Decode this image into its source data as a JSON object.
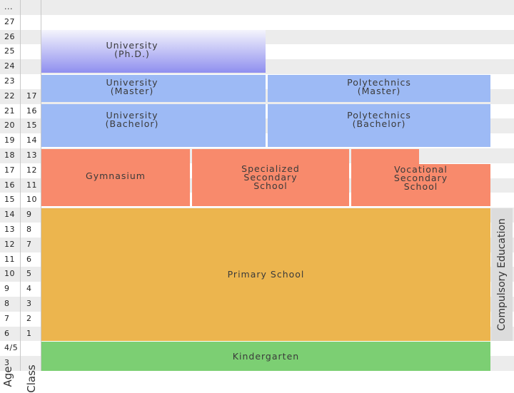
{
  "rows": [
    {
      "age": "...",
      "cls": ""
    },
    {
      "age": "27",
      "cls": ""
    },
    {
      "age": "26",
      "cls": ""
    },
    {
      "age": "25",
      "cls": ""
    },
    {
      "age": "24",
      "cls": ""
    },
    {
      "age": "23",
      "cls": ""
    },
    {
      "age": "22",
      "cls": "17"
    },
    {
      "age": "21",
      "cls": "16"
    },
    {
      "age": "20",
      "cls": "15"
    },
    {
      "age": "19",
      "cls": "14"
    },
    {
      "age": "18",
      "cls": "13"
    },
    {
      "age": "17",
      "cls": "12"
    },
    {
      "age": "16",
      "cls": "11"
    },
    {
      "age": "15",
      "cls": "10"
    },
    {
      "age": "14",
      "cls": "9"
    },
    {
      "age": "13",
      "cls": "8"
    },
    {
      "age": "12",
      "cls": "7"
    },
    {
      "age": "11",
      "cls": "6"
    },
    {
      "age": "10",
      "cls": "5"
    },
    {
      "age": "9",
      "cls": "4"
    },
    {
      "age": "8",
      "cls": "3"
    },
    {
      "age": "7",
      "cls": "2"
    },
    {
      "age": "6",
      "cls": "1"
    },
    {
      "age": "4/5",
      "cls": ""
    },
    {
      "age": "3",
      "cls": ""
    }
  ],
  "blocks": [
    {
      "id": "phd",
      "label": "University\n(Ph.D.)",
      "color": "#8f8fef",
      "color_top": "#f4f4fc"
    },
    {
      "id": "uni-master",
      "label": "University\n(Master)",
      "color": "#9dbaf5"
    },
    {
      "id": "poly-master",
      "label": "Polytechnics\n(Master)",
      "color": "#9dbaf5"
    },
    {
      "id": "uni-bachelor",
      "label": "University\n(Bachelor)",
      "color": "#9dbaf5"
    },
    {
      "id": "poly-bachelor",
      "label": "Polytechnics\n(Bachelor)",
      "color": "#9dbaf5"
    },
    {
      "id": "gymnasium",
      "label": "Gymnasium",
      "color": "#f88a6c"
    },
    {
      "id": "specialized",
      "label": "Specialized\nSecondary\nSchool",
      "color": "#f88a6c"
    },
    {
      "id": "vocational",
      "label": "Vocational\nSecondary\nSchool",
      "color": "#f88a6c"
    },
    {
      "id": "primary",
      "label": "Primary School",
      "color": "#ecb54e"
    },
    {
      "id": "kindergarten",
      "label": "Kindergarten",
      "color": "#7ccf73"
    }
  ],
  "compulsory_label": "Compulsory Education",
  "axis": {
    "age": "Age",
    "class": "Class"
  }
}
